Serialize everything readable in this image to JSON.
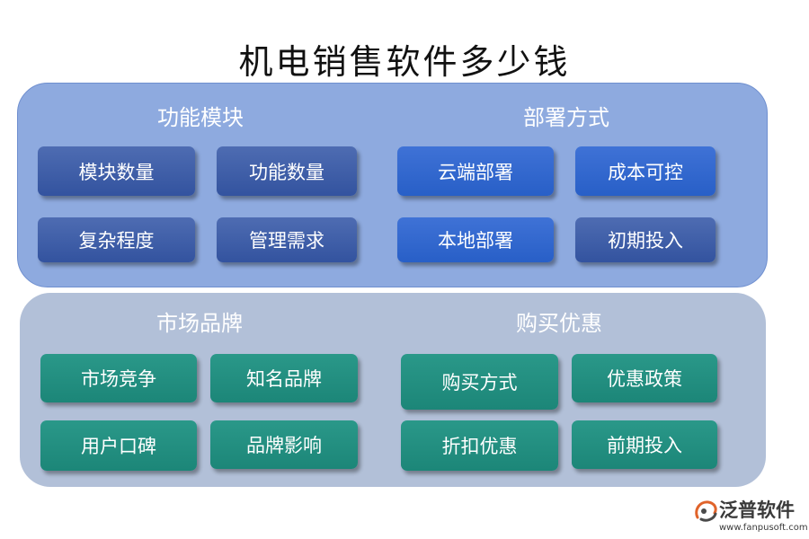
{
  "title": "机电销售软件多少钱",
  "sections": [
    {
      "heading": "功能模块",
      "items": [
        "模块数量",
        "功能数量",
        "复杂程度",
        "管理需求"
      ]
    },
    {
      "heading": "部署方式",
      "items": [
        "云端部署",
        "成本可控",
        "本地部署",
        "初期投入"
      ]
    },
    {
      "heading": "市场品牌",
      "items": [
        "市场竞争",
        "知名品牌",
        "用户口碑",
        "品牌影响"
      ]
    },
    {
      "heading": "购买优惠",
      "items": [
        "购买方式",
        "优惠政策",
        "折扣优惠",
        "前期投入"
      ]
    }
  ],
  "logo": {
    "name": "泛普软件",
    "url": "www.fanpusoft.com"
  },
  "colors": {
    "top_panel": "#8eaadf",
    "bottom_panel": "#b2c0d8",
    "box_dark_blue": "#3d5ca8",
    "box_blue": "#2f66cf",
    "box_teal": "#22907f",
    "logo_accent": "#e0632a"
  }
}
